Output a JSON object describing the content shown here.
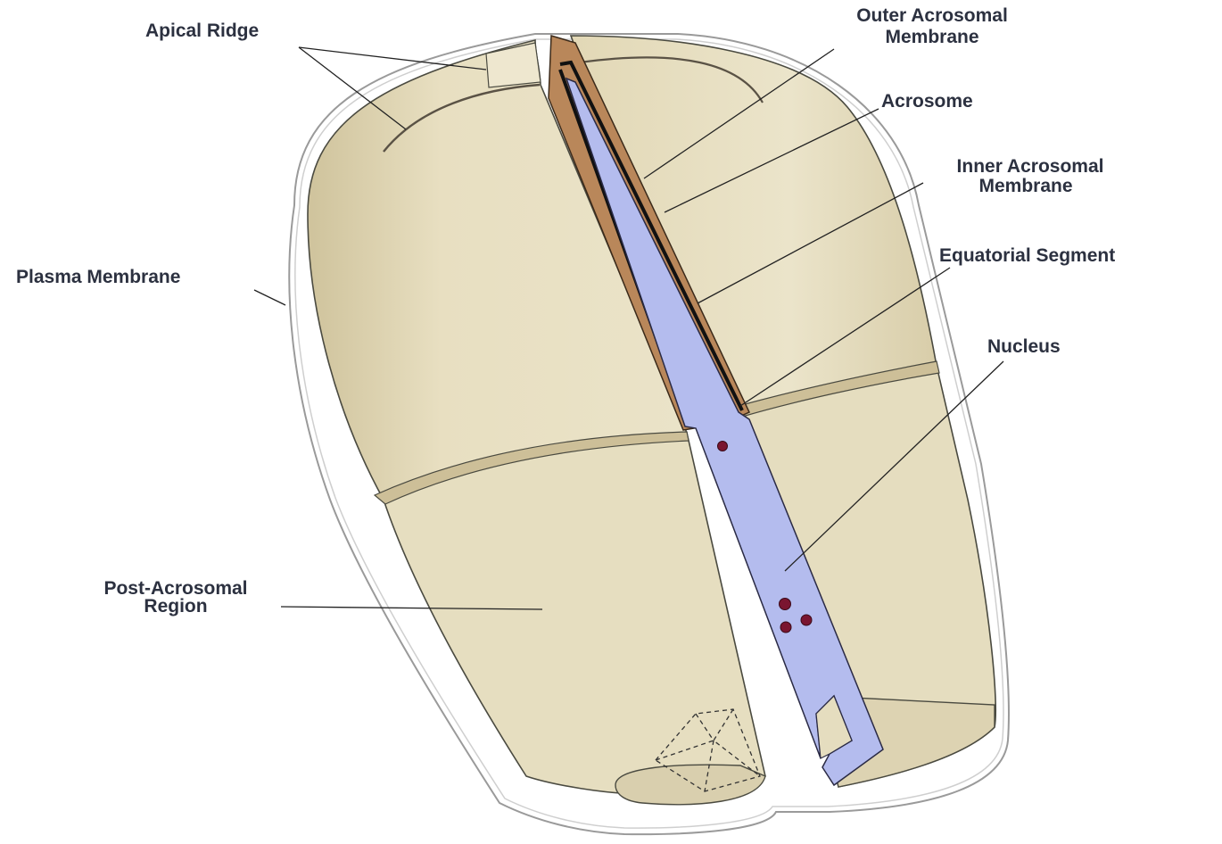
{
  "labels": {
    "apical_ridge": "Apical Ridge",
    "outer_acrosomal_membrane": [
      "Outer Acrosomal",
      "Membrane"
    ],
    "acrosome": "Acrosome",
    "inner_acrosomal_membrane": [
      "Inner Acrosomal",
      "Membrane"
    ],
    "equatorial_segment": "Equatorial Segment",
    "nucleus": "Nucleus",
    "plasma_membrane": "Plasma Membrane",
    "post_acrosomal_region": [
      "Post-Acrosomal",
      "Region"
    ]
  },
  "colors": {
    "cytoplasm_fill": "#e9e1c4",
    "shadow": "#d2c7a2",
    "acrosome_fill": "#b9875a",
    "nucleus_fill": "#b4bcee",
    "membrane_outline": "#2a2a2a",
    "granule": "#7a1530",
    "leader_line": "#222222"
  }
}
